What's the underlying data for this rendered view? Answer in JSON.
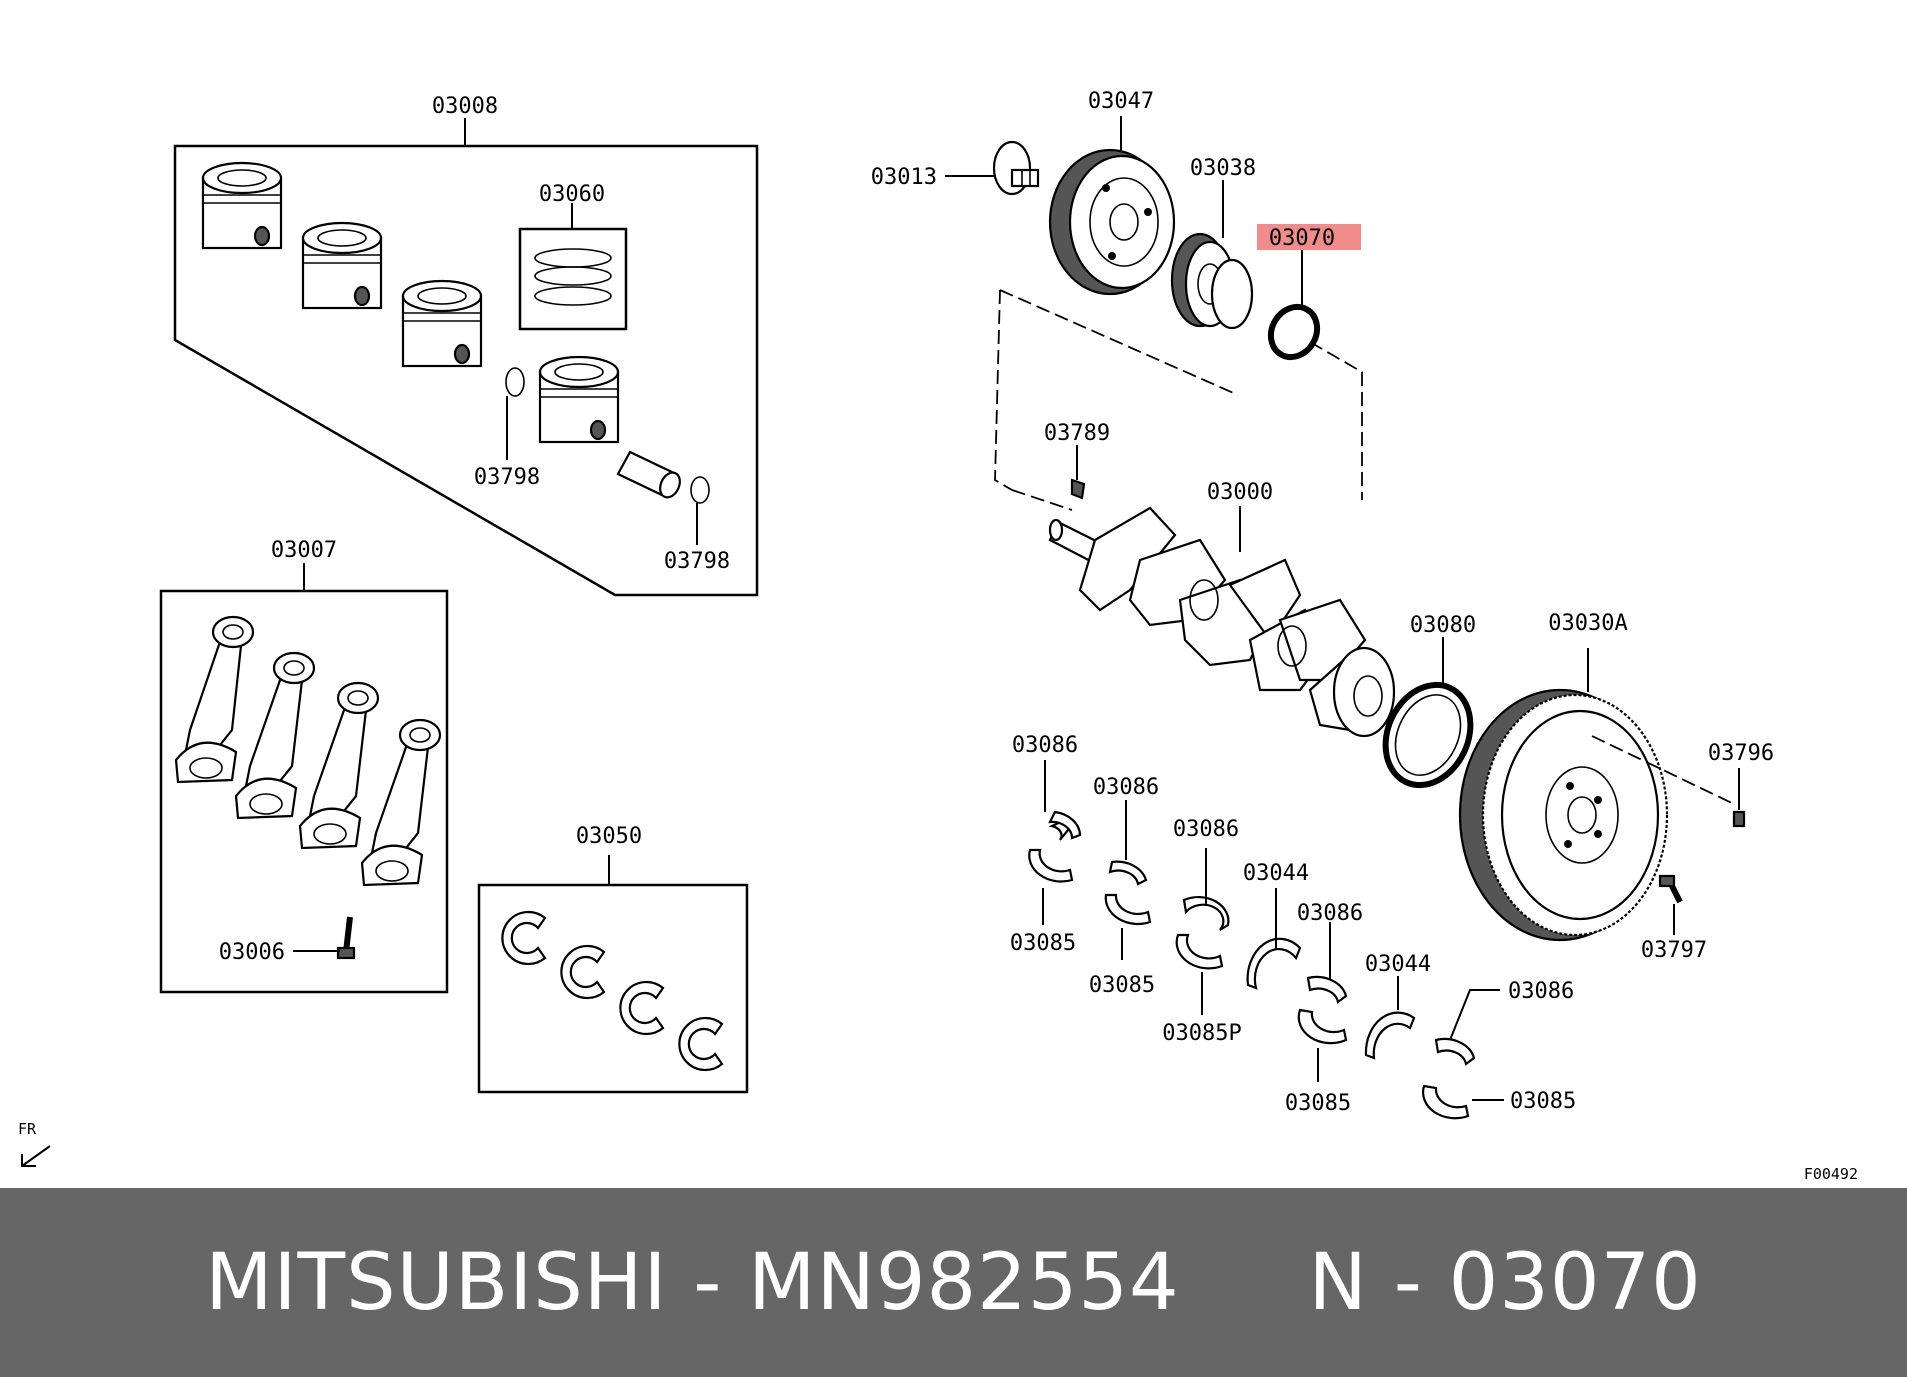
{
  "diagram": {
    "labels": {
      "p03008": "03008",
      "p03060": "03060",
      "p03798a": "03798",
      "p03798b": "03798",
      "p03007": "03007",
      "p03006": "03006",
      "p03050": "03050",
      "p03013": "03013",
      "p03047": "03047",
      "p03038": "03038",
      "p03070": "03070",
      "p03789": "03789",
      "p03000": "03000",
      "p03080": "03080",
      "p03030a": "03030A",
      "p03796": "03796",
      "p03797": "03797",
      "p03086a": "03086",
      "p03085a": "03085",
      "p03086b": "03086",
      "p03085b": "03085",
      "p03086c": "03086",
      "p03085p": "03085P",
      "p03044a": "03044",
      "p03086d": "03086",
      "p03085c": "03085",
      "p03044b": "03044",
      "p03086e": "03086",
      "p03085d": "03085",
      "fr": "FR",
      "figure_code": "F00492"
    },
    "highlight_color": "#f08c8c",
    "highlighted_part": "03070"
  },
  "caption": {
    "text": "MITSUBISHI - MN982554     N - 03070",
    "background": "#666666"
  }
}
